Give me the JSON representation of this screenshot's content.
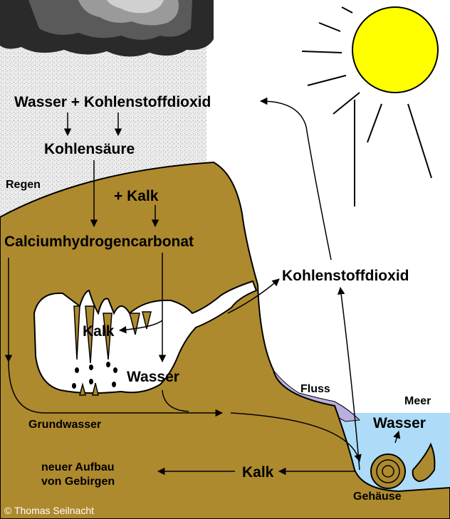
{
  "labels": {
    "water_co2": "Wasser + Kohlenstoffdioxid",
    "carbonic_acid": "Kohlensäure",
    "rain": "Regen",
    "plus_lime": "+ Kalk",
    "calcium_bicarbonate": "Calciumhydrogencarbonat",
    "co2_right": "Kohlenstoffdioxid",
    "lime_cave": "Kalk",
    "water_cave": "Wasser",
    "river": "Fluss",
    "sea": "Meer",
    "water_sea": "Wasser",
    "groundwater": "Grundwasser",
    "new_mountains_1": "neuer Aufbau",
    "new_mountains_2": "von Gebirgen",
    "lime_bottom": "Kalk",
    "shells": "Gehäuse",
    "copyright": "© Thomas Seilnacht"
  },
  "colors": {
    "earth": "#ae8a2e",
    "sun": "#ffff00",
    "river": "#b9b0df",
    "sea": "#aedcf8",
    "cloud_dark": "#3c3c3c",
    "rain": "#e8e8e8"
  }
}
